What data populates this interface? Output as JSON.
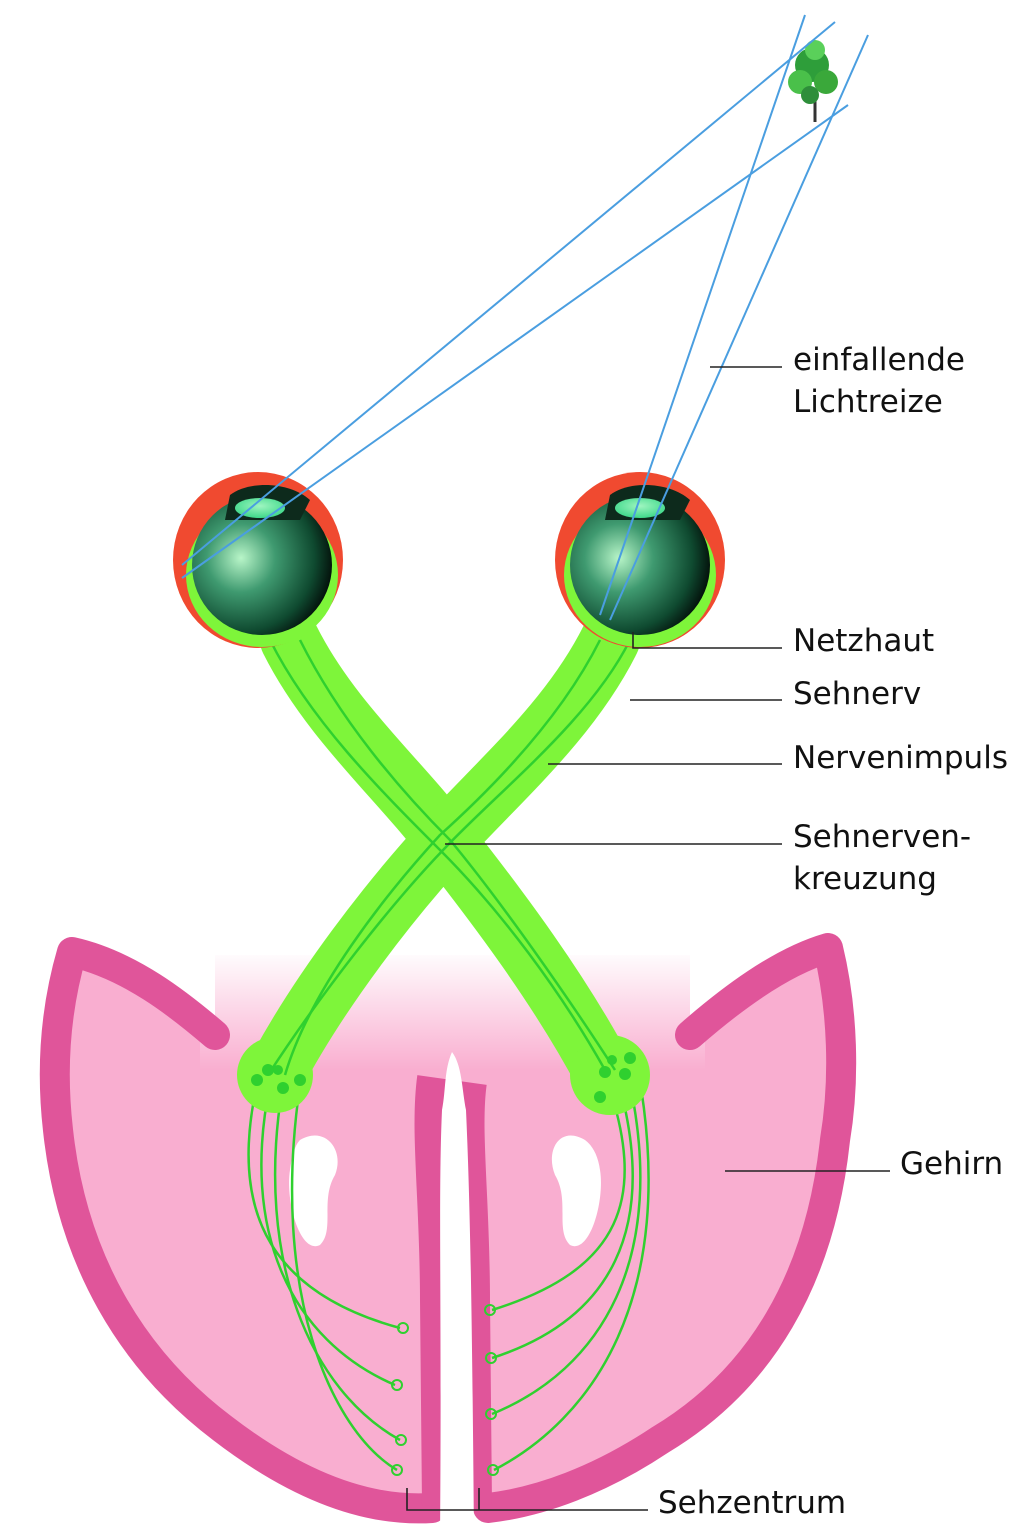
{
  "labels": {
    "light_line1": "einfallende",
    "light_line2": "Lichtreize",
    "retina": "Netzhaut",
    "optic_nerve": "Sehnerv",
    "nerve_impulse": "Nervenimpuls",
    "chiasm_line1": "Sehnerven-",
    "chiasm_line2": "kreuzung",
    "brain": "Gehirn",
    "visual_center": "Sehzentrum"
  },
  "colors": {
    "light_ray": "#4a9ee0",
    "nerve": "#7ef53a",
    "nerve_fiber": "#2fd02f",
    "brain_fill": "#f9aed0",
    "brain_rim": "#e0559a",
    "eye_outer": "#f04a30"
  }
}
